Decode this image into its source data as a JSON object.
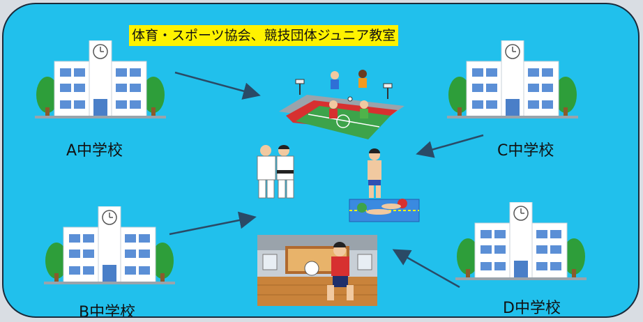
{
  "title": "体育・スポーツ協会、競技団体ジュニア教室",
  "schools": [
    {
      "id": "a",
      "label": "A中学校"
    },
    {
      "id": "b",
      "label": "B中学校"
    },
    {
      "id": "c",
      "label": "C中学校"
    },
    {
      "id": "d",
      "label": "D中学校"
    }
  ],
  "activities": [
    "soccer-stadium-illustration",
    "judo-illustration",
    "swimming-illustration",
    "volleyball-gym-illustration"
  ],
  "colors": {
    "background": "#21c0ec",
    "title_highlight": "#fff200",
    "arrow": "#2a4a66",
    "building": "#ffffff",
    "window": "#5b8fd6",
    "tree": "#2e9e3a"
  }
}
